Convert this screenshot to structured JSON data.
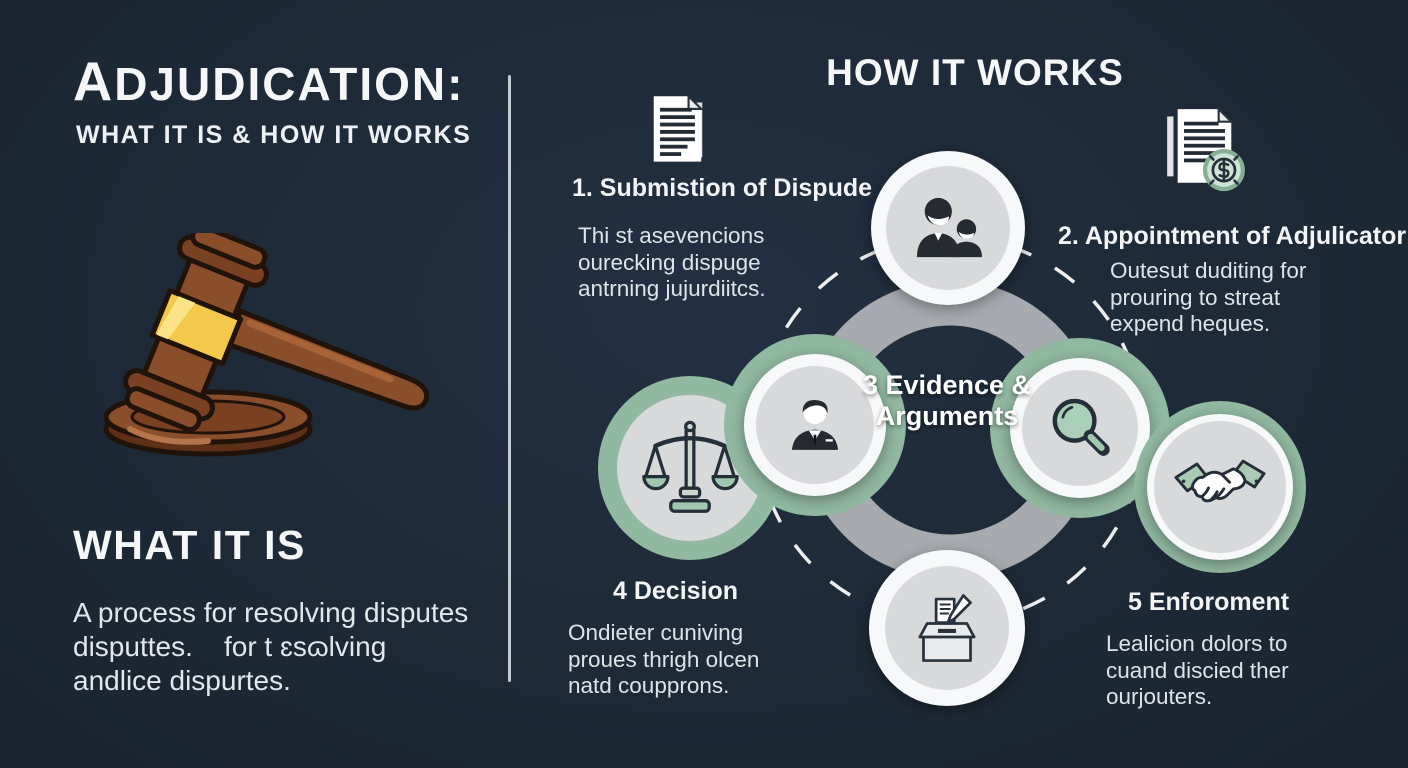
{
  "colors": {
    "background": "#1e2a38",
    "accent_green": "#91b8a1",
    "ring_gray": "#a7abb0",
    "node_fill": "#d8d9db",
    "white": "#f7f8f9"
  },
  "left": {
    "title": "ADJUDICATION:",
    "subtitle": "WHAT IT IS & HOW IT WORKS",
    "heading": "WHAT IT IS",
    "desc": [
      "A process for resolving disputes",
      "disputtes.    for t ɛsɷlving",
      "andlice dispurtes."
    ]
  },
  "right": {
    "heading": "HOW IT WORKS",
    "center": {
      "line1": "3 Evidence &",
      "line2": "Arguments"
    },
    "steps": {
      "s1": {
        "title": "1. Submistion of Dispude",
        "desc": [
          "Thi st asevencions",
          "ourecking dispuge",
          "antrning jujurdiitcs."
        ]
      },
      "s2": {
        "title": "2. Appointment of Adjulicator",
        "desc": [
          "Outesut duditing for",
          "prouring to streat",
          "expend heques."
        ]
      },
      "s4": {
        "title": "4 Decision",
        "desc": [
          "Ondieter cuniving",
          "proues thrigh olcen",
          "natd coupprons."
        ]
      },
      "s5": {
        "title": "5 Enforoment",
        "desc": [
          "Lealicion dolors to",
          "cuand discied ther",
          "ourjouters."
        ]
      }
    }
  }
}
